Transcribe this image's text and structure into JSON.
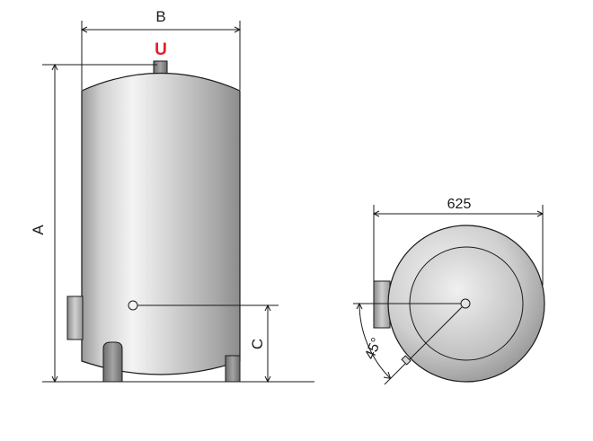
{
  "labels": {
    "width_dim": "B",
    "height_dim": "A",
    "outlet_height_dim": "C",
    "outlet_mark": "U",
    "diameter_dim": "625",
    "angle_dim": "45°"
  },
  "colors": {
    "outlet_mark": "#e0202a",
    "body_light": "#f2f2f2",
    "body_mid": "#c8c8c8",
    "body_dark": "#8e8e8e",
    "outline": "#1a1a1a"
  },
  "icons": {
    "outlet_pipe": "pipe-stub-icon",
    "side_flange": "flange-icon"
  }
}
